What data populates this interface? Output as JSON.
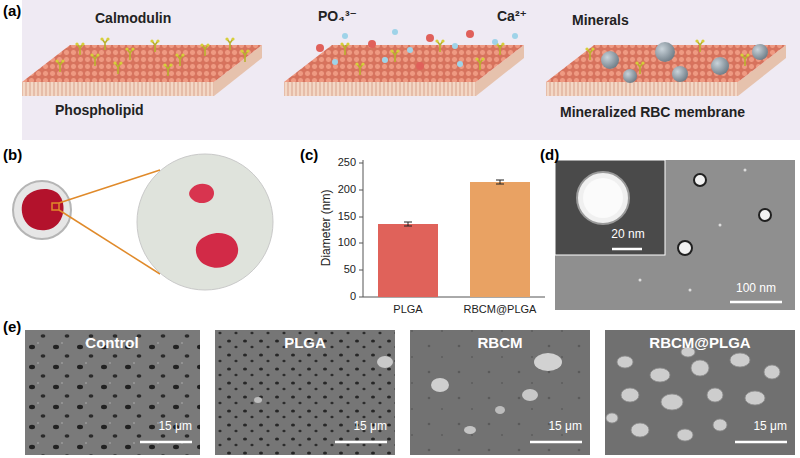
{
  "diagram": {
    "labels": [
      "(a)",
      "Calmodulin",
      "Phospholipid",
      "PO₄³⁻",
      "Ca²⁺",
      "Minerals",
      "Mineralized RBC membrane",
      "(b)",
      "(c)",
      "250",
      "200",
      "150",
      "100",
      "50",
      "0",
      "Diameter (nm)",
      "PLGA",
      "RBCM@PLGA",
      "(d)",
      "20 nm",
      "100 nm",
      "(e)",
      "Control",
      "15 μm",
      "PLGA",
      "15 μm",
      "RBCM",
      "15 μm",
      "RBCM@PLGA",
      "15 μm"
    ]
  }
}
